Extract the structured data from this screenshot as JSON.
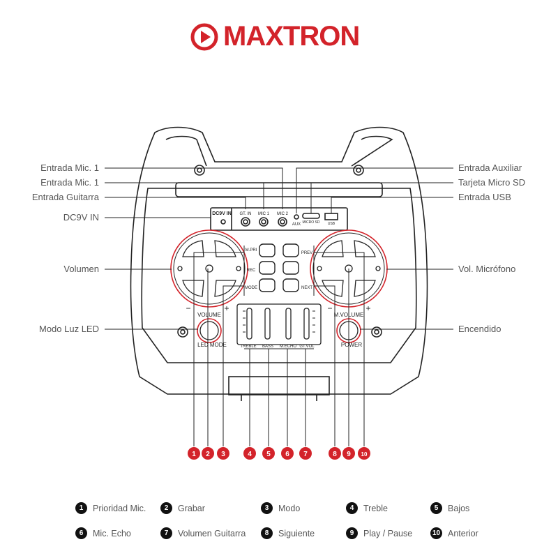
{
  "brand": {
    "name": "MAXTRON",
    "color": "#d3232a"
  },
  "callouts_left": [
    {
      "label": "Entrada Mic. 1"
    },
    {
      "label": "Entrada Mic. 1"
    },
    {
      "label": "Entrada Guitarra"
    },
    {
      "label": "DC9V IN"
    },
    {
      "label": "Volumen"
    },
    {
      "label": "Modo Luz LED"
    }
  ],
  "callouts_right": [
    {
      "label": "Entrada Auxiliar"
    },
    {
      "label": "Tarjeta Micro SD"
    },
    {
      "label": "Entrada USB"
    },
    {
      "label": "Vol. Micrófono"
    },
    {
      "label": "Encendido"
    }
  ],
  "panel": {
    "dc_label": "DC9V IN",
    "gt_in": "GT. IN",
    "mic1": "MIC 1",
    "mic2": "MIC 2",
    "aux": "AUX",
    "micro_sd": "MICRO SD",
    "usb": "USB",
    "m_pri": "M.PRI",
    "rec": "REC",
    "mode": "MODE",
    "prev": "PREV",
    "next": "NEXT",
    "volume": "VOLUME",
    "m_volume": "M.VOLUME",
    "led_mode": "LED MODE",
    "power": "POWER",
    "treble": "TREBLE",
    "bass": "BASS",
    "m_echo": "M.ECHO",
    "gt_vol": "GT.VOL",
    "minus": "−",
    "plus": "+"
  },
  "numbers": [
    "1",
    "2",
    "3",
    "4",
    "5",
    "6",
    "7",
    "8",
    "9",
    "10"
  ],
  "legend": [
    {
      "num": "1",
      "label": "Prioridad Mic."
    },
    {
      "num": "2",
      "label": "Grabar"
    },
    {
      "num": "3",
      "label": "Modo"
    },
    {
      "num": "4",
      "label": "Treble"
    },
    {
      "num": "5",
      "label": "Bajos"
    },
    {
      "num": "6",
      "label": "Mic. Echo"
    },
    {
      "num": "7",
      "label": "Volumen Guitarra"
    },
    {
      "num": "8",
      "label": "Siguiente"
    },
    {
      "num": "9",
      "label": "Play / Pause"
    },
    {
      "num": "10",
      "label": "Anterior"
    }
  ]
}
